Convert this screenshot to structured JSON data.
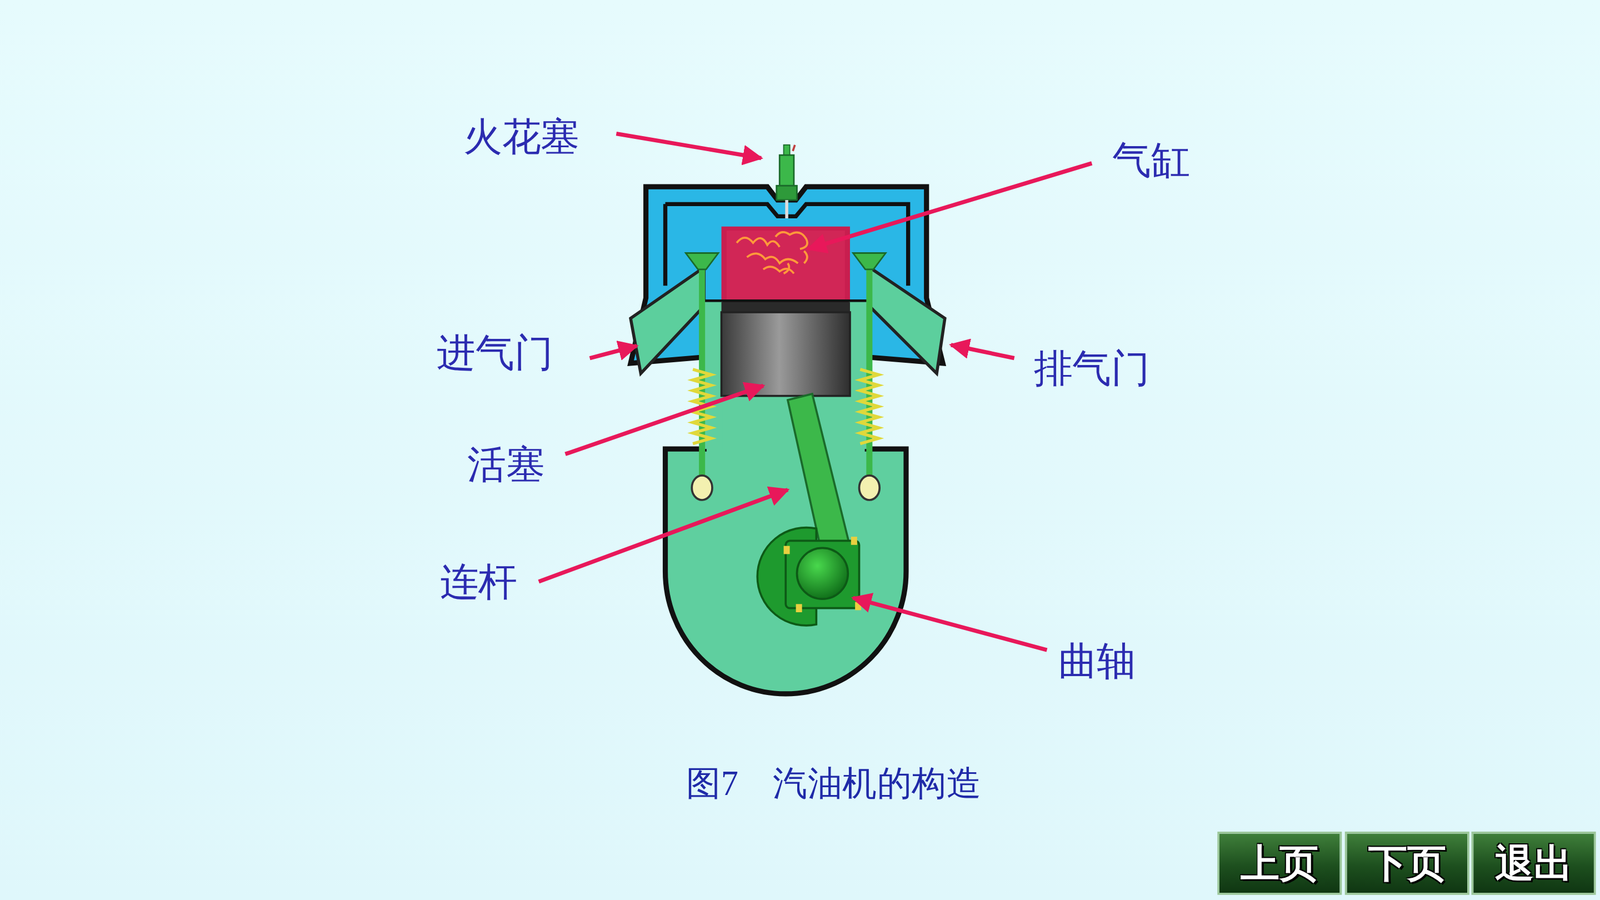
{
  "diagram": {
    "caption": "图7　汽油机的构造",
    "nodes": [
      {
        "text": [
          "上页"
        ]
      },
      {
        "text": [
          "下页"
        ]
      },
      {
        "text": [
          "退出"
        ]
      }
    ],
    "labels": [
      "火花塞",
      "气缸",
      "进气门",
      "排气门",
      "活塞",
      "连杆",
      "曲轴"
    ]
  }
}
